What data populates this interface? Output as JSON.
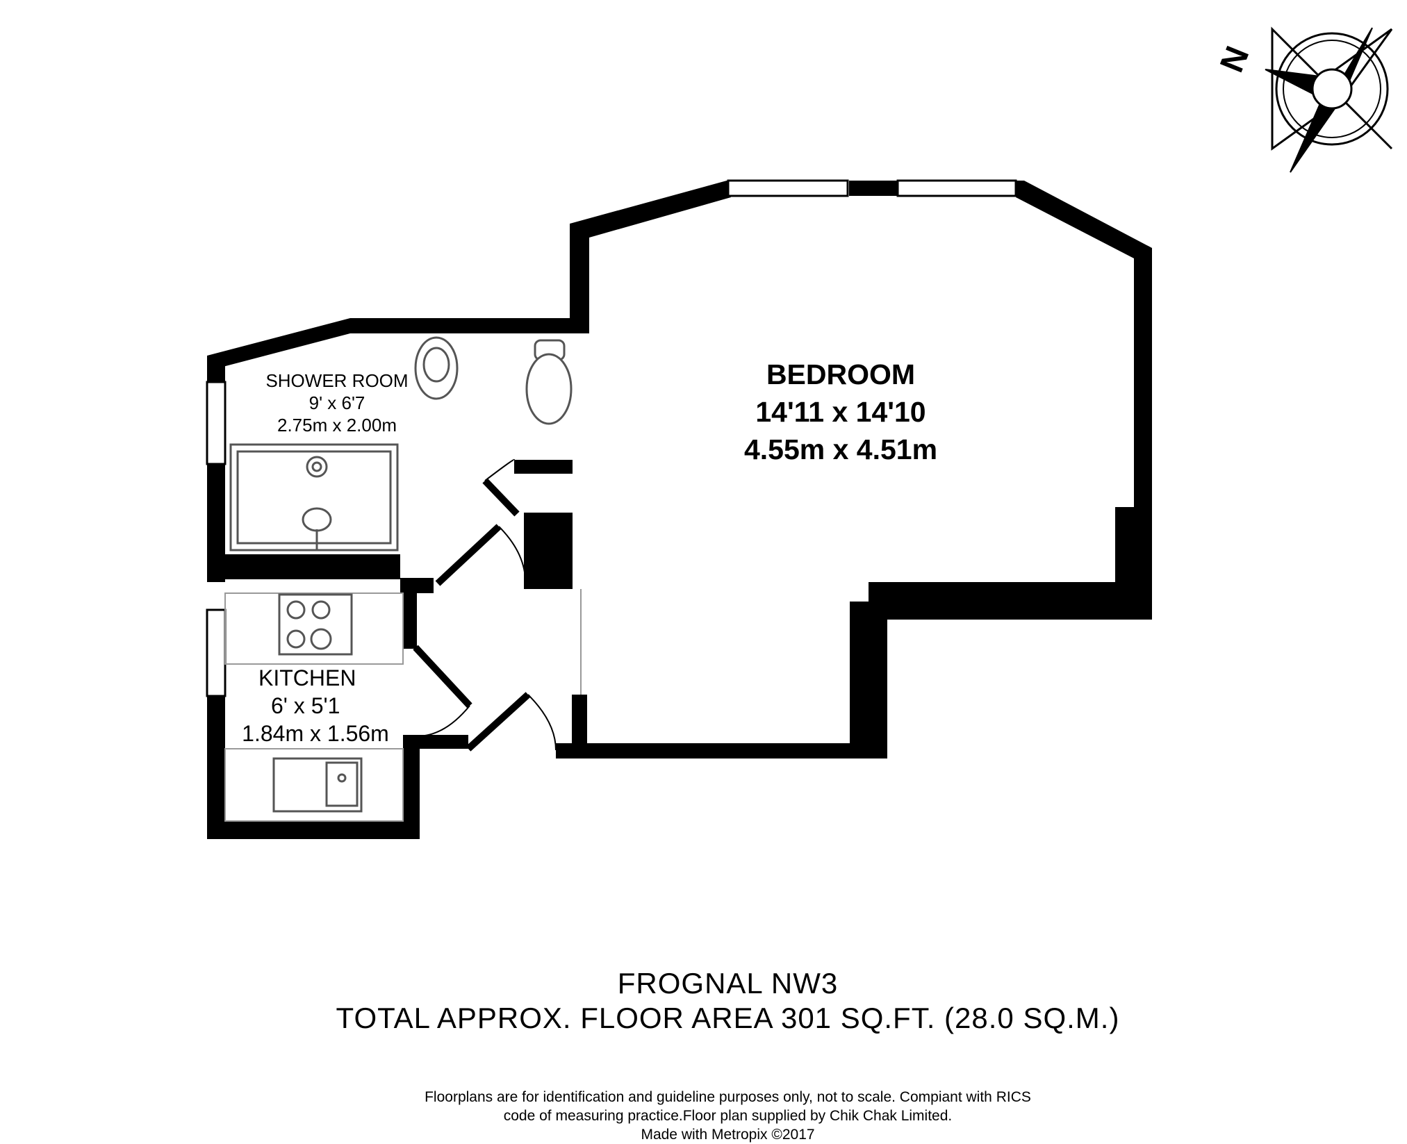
{
  "rooms": {
    "bedroom": {
      "name": "BEDROOM",
      "imperial": "14'11 x 14'10",
      "metric": "4.55m x 4.51m"
    },
    "shower_room": {
      "name": "SHOWER ROOM",
      "imperial": "9' x 6'7",
      "metric": "2.75m x 2.00m"
    },
    "kitchen": {
      "name": "KITCHEN",
      "imperial": "6' x 5'1",
      "metric": "1.84m x 1.56m"
    }
  },
  "compass": {
    "north_letter": "N",
    "icon": "compass-rose-icon"
  },
  "title": {
    "address": "FROGNAL NW3",
    "area": "TOTAL APPROX. FLOOR AREA 301 SQ.FT. (28.0 SQ.M.)"
  },
  "disclaimer": {
    "line1": "Floorplans are for identification and guideline purposes only, not to scale. Compiant with RICS",
    "line2": "code of measuring practice.Floor plan supplied by Chik Chak Limited.",
    "line3": "Made with Metropix ©2017"
  },
  "colors": {
    "wall": "#000000",
    "background": "#ffffff",
    "fixture_line": "#555555"
  }
}
